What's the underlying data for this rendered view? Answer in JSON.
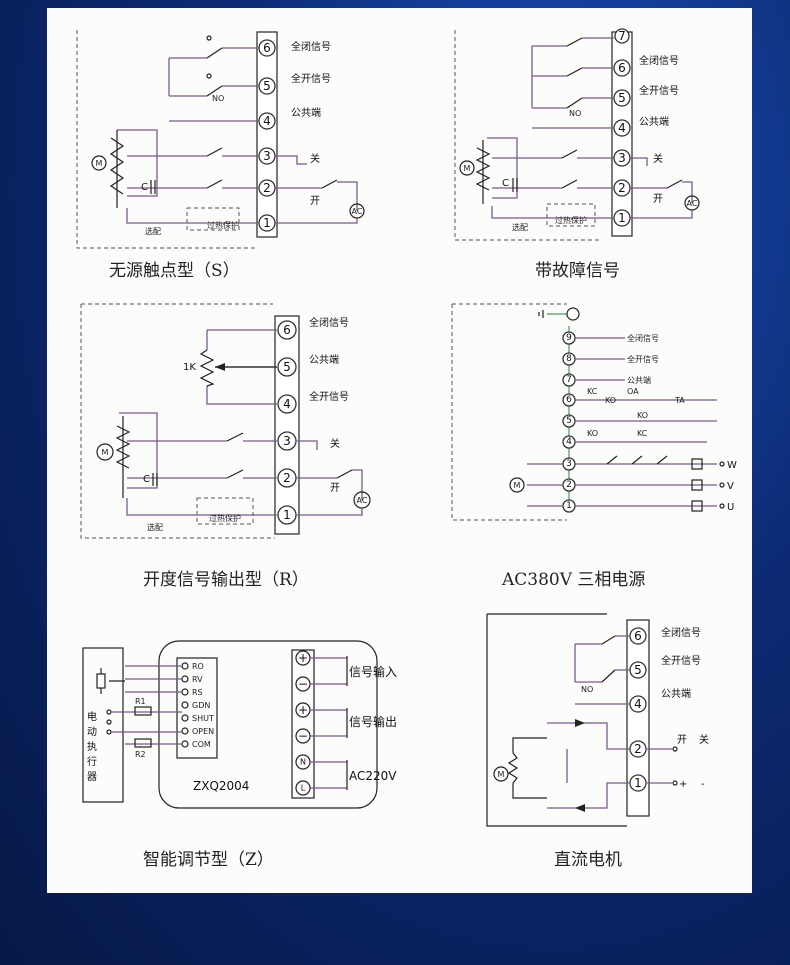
{
  "panels": {
    "s": {
      "caption": "无源触点型（S）",
      "terminals": [
        "6",
        "5",
        "4",
        "3",
        "2",
        "1"
      ],
      "labels": {
        "t6": "全闭信号",
        "t5": "全开信号",
        "t4": "公共端",
        "t3": "关",
        "t2": "开"
      },
      "no": "NO",
      "c": "C",
      "m": "M",
      "ac": "AC",
      "overheat": "过热保护",
      "option": "选配"
    },
    "fault": {
      "caption": "带故障信号",
      "terminals": [
        "7",
        "6",
        "5",
        "4",
        "3",
        "2",
        "1"
      ],
      "labels": {
        "t6": "全闭信号",
        "t5": "全开信号",
        "t4": "公共端",
        "t3": "关",
        "t2": "开"
      },
      "no": "NO",
      "c": "C",
      "m": "M",
      "ac": "AC",
      "overheat": "过热保护",
      "option": "选配"
    },
    "r": {
      "caption": "开度信号输出型（R）",
      "terminals": [
        "6",
        "5",
        "4",
        "3",
        "2",
        "1"
      ],
      "labels": {
        "t6": "全闭信号",
        "t5": "公共端",
        "t4": "全开信号",
        "t3": "关",
        "t2": "开"
      },
      "pot": "1K",
      "c": "C",
      "m": "M",
      "ac": "AC",
      "overheat": "过热保护",
      "option": "选配"
    },
    "ac380": {
      "caption": "AC380V 三相电源",
      "terminals": [
        "9",
        "8",
        "7",
        "6",
        "5",
        "4",
        "3",
        "2",
        "1"
      ],
      "labels": {
        "t9": "全闭信号",
        "t8": "全开信号",
        "t7": "公共端"
      },
      "kc": "KC",
      "ko": "KO",
      "oa": "OA",
      "ta": "TA",
      "phases": [
        "W",
        "V",
        "U"
      ],
      "m": "M"
    },
    "z": {
      "caption": "智能调节型（Z）",
      "actuator": [
        "电",
        "动",
        "执",
        "行",
        "器"
      ],
      "r1": "R1",
      "r2": "R2",
      "pins": [
        "RO",
        "RV",
        "RS",
        "GDN",
        "SHUT",
        "OPEN",
        "COM"
      ],
      "model": "ZXQ2004",
      "signal_in": "信号输入",
      "signal_out": "信号输出",
      "power": "AC220V",
      "n": "N",
      "l": "L",
      "plus": "+",
      "minus": "−"
    },
    "dc": {
      "caption": "直流电机",
      "terminals": [
        "6",
        "5",
        "4",
        "2",
        "1"
      ],
      "labels": {
        "t6": "全闭信号",
        "t5": "全开信号",
        "t4": "公共端"
      },
      "open": "开",
      "close": "关",
      "plus": "+",
      "minus": "-",
      "no": "NO",
      "m": "M"
    }
  }
}
